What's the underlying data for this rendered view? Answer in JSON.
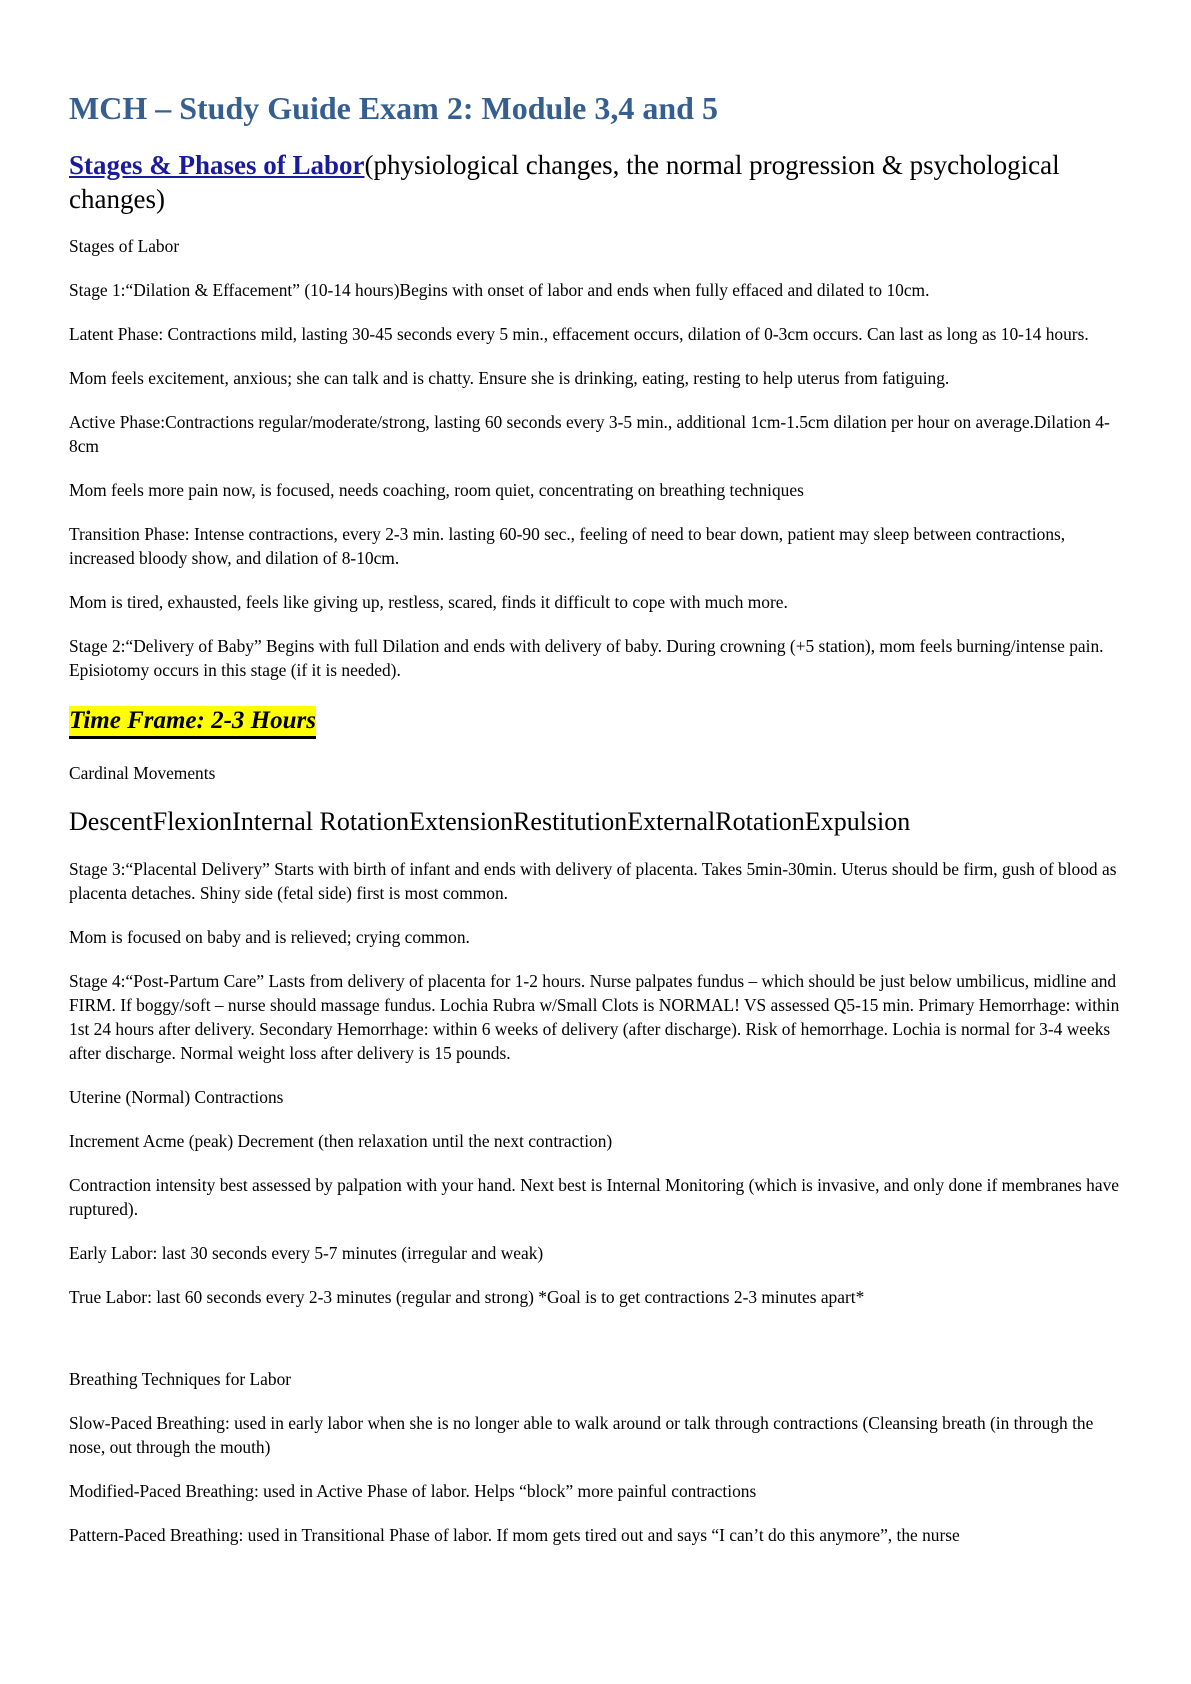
{
  "title": "MCH – Study Guide Exam 2: Module 3,4 and 5",
  "section": {
    "link": "Stages & Phases of Labor",
    "rest": "(physiological changes, the normal progression & psychological changes)"
  },
  "paras1": [
    "Stages of Labor",
    "Stage 1:“Dilation & Effacement” (10-14 hours)Begins with onset of labor and ends when fully effaced and dilated to 10cm.",
    "Latent Phase: Contractions mild, lasting 30-45 seconds every 5 min., effacement occurs, dilation of 0-3cm occurs. Can last as long as 10-14 hours.",
    "Mom feels excitement, anxious; she can talk and is chatty. Ensure she is drinking, eating, resting to help uterus from fatiguing.",
    "Active Phase:Contractions regular/moderate/strong, lasting 60 seconds every 3-5 min., additional 1cm-1.5cm dilation per hour on average.Dilation 4-8cm",
    "Mom feels more pain now, is focused, needs coaching, room quiet, concentrating on breathing techniques",
    "Transition Phase: Intense contractions, every 2-3 min. lasting 60-90 sec., feeling of need to bear down, patient may sleep between contractions, increased bloody show, and dilation of 8-10cm.",
    "Mom is tired, exhausted, feels like giving up, restless, scared, finds it difficult to cope with much more.",
    "Stage 2:“Delivery of Baby” Begins with full Dilation and ends with delivery of baby. During crowning (+5 station), mom feels burning/intense pain. Episiotomy occurs in this stage (if it is needed)."
  ],
  "time_frame": "Time Frame: 2-3 Hours",
  "cardinal_label": "Cardinal Movements",
  "cardinal_movements": "DescentFlexionInternal RotationExtensionRestitutionExternalRotationExpulsion",
  "paras2": [
    "Stage 3:“Placental Delivery” Starts with birth of infant and ends with delivery of placenta. Takes 5min-30min. Uterus should be firm, gush of blood as placenta detaches. Shiny side (fetal side) first is most common.",
    "Mom is focused on baby and is relieved; crying common.",
    "Stage 4:“Post-Partum Care” Lasts from delivery of placenta for 1-2 hours. Nurse palpates fundus – which should be just below umbilicus, midline and FIRM. If boggy/soft – nurse should massage fundus. Lochia Rubra w/Small Clots is NORMAL! VS assessed Q5-15 min. Primary Hemorrhage: within 1st 24 hours after delivery. Secondary Hemorrhage: within 6 weeks of delivery (after discharge). Risk of hemorrhage. Lochia is normal for 3-4 weeks after discharge. Normal weight loss after delivery is 15 pounds.",
    "Uterine (Normal) Contractions",
    "Increment Acme (peak) Decrement (then relaxation until the next contraction)",
    "Contraction intensity best assessed by palpation with your hand. Next best is Internal Monitoring (which is invasive, and only done if membranes have ruptured).",
    "Early Labor: last 30 seconds every 5-7 minutes (irregular and weak)",
    "True Labor: last 60 seconds every 2-3 minutes (regular and strong) *Goal is to get contractions 2-3 minutes apart*"
  ],
  "paras3": [
    "Breathing Techniques for Labor",
    "Slow-Paced Breathing: used in early labor when she is no longer able to walk around or talk through contractions (Cleansing breath (in through the nose, out through the mouth)",
    "Modified-Paced Breathing: used in Active Phase of labor. Helps “block” more painful contractions",
    "Pattern-Paced Breathing: used in Transitional Phase of labor. If mom gets tired out and says “I can’t do this anymore”, the nurse"
  ]
}
